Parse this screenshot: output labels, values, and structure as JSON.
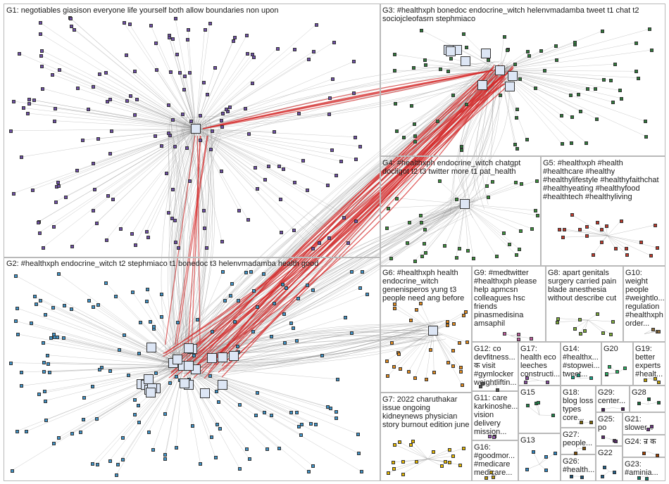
{
  "groups": [
    {
      "id": "G1",
      "label": "G1: negotiables giasison everyone life yourself both allow boundaries non upon",
      "color": "#6f4fa8"
    },
    {
      "id": "G2",
      "label": "G2: #healthxph endocrine_witch t2 stephmiaco t1 bonedoc t3 helenvmadamba health good",
      "color": "#3f93c8"
    },
    {
      "id": "G3",
      "label": "G3: #healthxph bonedoc endocrine_witch helenvmadamba tweet t1 chat t2 sociojcleofasrn stephmiaco",
      "color": "#2f7a3a"
    },
    {
      "id": "G4",
      "label": "G4: #healthxph endocrine_witch chatgpt docligot t2 t3 twitter more t1 pat_health",
      "color": "#3b8f3b"
    },
    {
      "id": "G5",
      "label": "G5: #healthxph #health #healthcare #healthy #healthylifestyle #healthyfaithchat #healthyeating #healthyfood #healthtech #healthyliving",
      "color": "#c0392b"
    },
    {
      "id": "G6",
      "label": "G6: #healthxph health endocrine_witch genenisperos yung t3 people need ang before",
      "color": "#e08a1e"
    },
    {
      "id": "G7",
      "label": "G7: 2022 charuthakar issue ongoing kidneynews physician story burnout edition june",
      "color": "#e6b800"
    },
    {
      "id": "G8",
      "label": "G8: apart genitals surgery carried pain blade anesthesia without describe cut",
      "color": "#7aa83a"
    },
    {
      "id": "G9",
      "label": "G9: #medtwitter #healthxph please help apmcsn colleagues hsc friends pinasmedisina amsaphil",
      "color": "#c25da0"
    },
    {
      "id": "G10",
      "label": "G10: weight people #weightlo... regulation #healthxph order...",
      "color": "#8c6d3b"
    },
    {
      "id": "G11",
      "label": "G11: care karkinoshe... vision delivery mission...",
      "color": "#9b59b6"
    },
    {
      "id": "G12",
      "label": "G12: co devfitness... क visit #gymlocker weightliftin...",
      "color": "#555555"
    },
    {
      "id": "G13",
      "label": "G13",
      "color": "#2e86c1"
    },
    {
      "id": "G14",
      "label": "G14: #healthx... #stopwei... tweet...",
      "color": "#16a085"
    },
    {
      "id": "G15",
      "label": "G15",
      "color": "#1e8449"
    },
    {
      "id": "G16",
      "label": "G16: #goodmor... #medicare medicare...",
      "color": "#b7950b"
    },
    {
      "id": "G17",
      "label": "G17: health eco leeches constructi...",
      "color": "#884ea0"
    },
    {
      "id": "G18",
      "label": "G18: blog loss types core...",
      "color": "#7d6608"
    },
    {
      "id": "G19",
      "label": "G19: better experts #healt...",
      "color": "#c0a000"
    },
    {
      "id": "G20",
      "label": "G20",
      "color": "#27ae60"
    },
    {
      "id": "G21",
      "label": "G21: slower...",
      "color": "#6c3483"
    },
    {
      "id": "G22",
      "label": "G22",
      "color": "#1f618d"
    },
    {
      "id": "G23",
      "label": "G23: #aminia...",
      "color": "#117a65"
    },
    {
      "id": "G24",
      "label": "G24: न्र क",
      "color": "#a04000"
    },
    {
      "id": "G25",
      "label": "G25: po",
      "color": "#5b2c6f"
    },
    {
      "id": "G26",
      "label": "G26: #health...",
      "color": "#1a5276"
    },
    {
      "id": "G27",
      "label": "G27: people...",
      "color": "#7e5109"
    },
    {
      "id": "G28",
      "label": "G28",
      "color": "#186a3b"
    },
    {
      "id": "G29",
      "label": "G29: center...",
      "color": "#4a235a"
    }
  ],
  "colors": {
    "edge_gray": "#8a8a8a",
    "edge_red": "#d42a2a",
    "border": "#b9b9b9"
  }
}
